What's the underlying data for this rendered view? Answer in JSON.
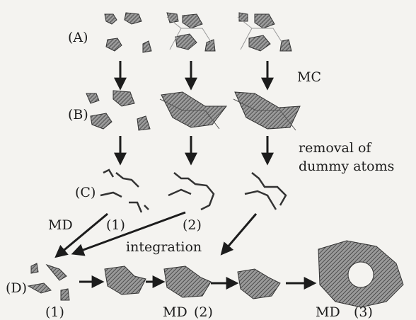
{
  "rows": {
    "a_label": "(A)",
    "b_label": "(B)",
    "c_label": "(C)",
    "d_label": "(D)"
  },
  "arrow_notes": {
    "mc": "MC",
    "removal_line1": "removal of",
    "removal_line2": "dummy atoms",
    "integration": "integration"
  },
  "c_row": {
    "md": "MD",
    "sub1": "(1)",
    "sub2": "(2)"
  },
  "d_row": {
    "sub1": "(1)",
    "md2": "MD",
    "sub2": "(2)",
    "md3": "MD",
    "sub3": "(3)"
  },
  "colors": {
    "ink": "#1c1c1c",
    "background": "#f4f3f0",
    "fragment_fill": "#8a8a8a"
  }
}
